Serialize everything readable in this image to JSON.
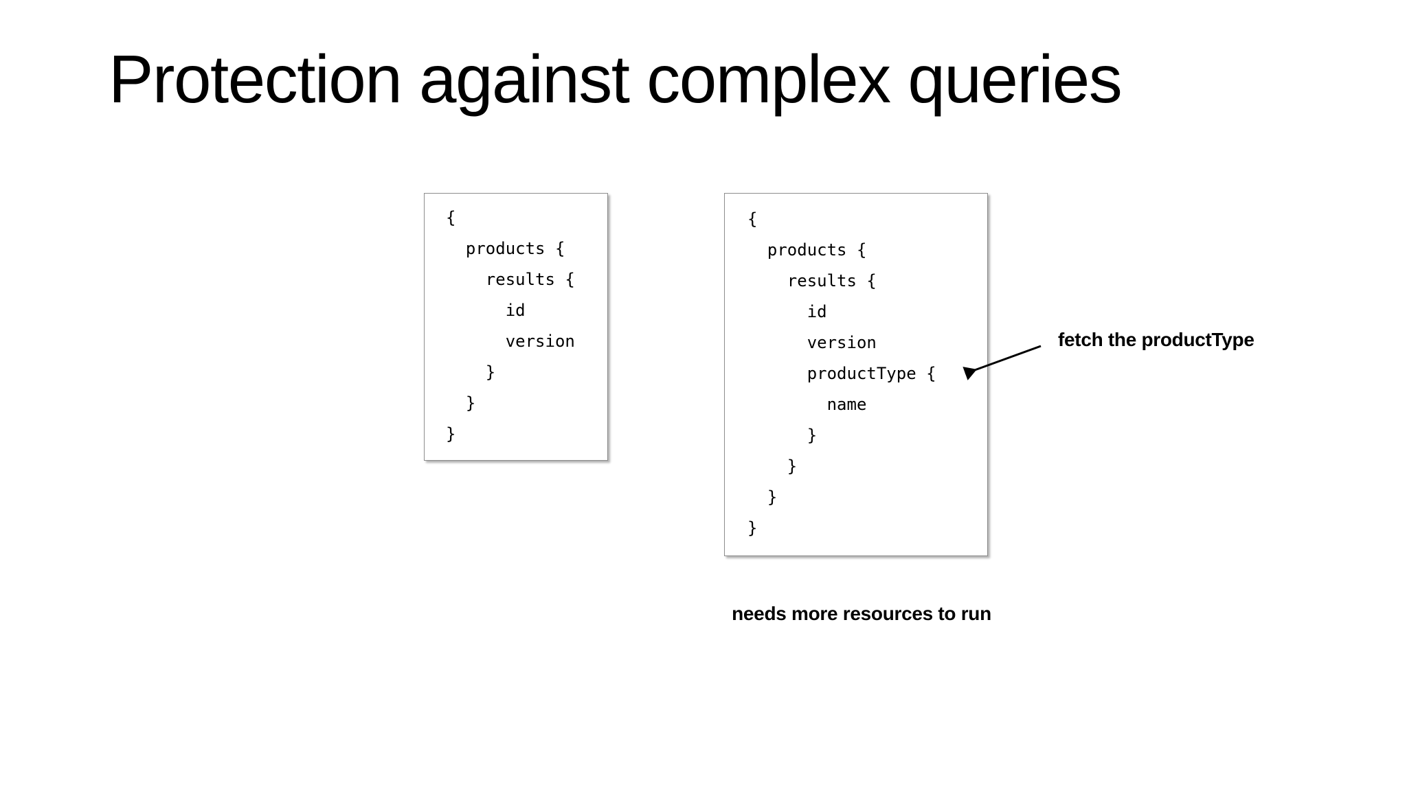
{
  "slide": {
    "title": "Protection against complex queries",
    "background_color": "#ffffff",
    "text_color": "#000000"
  },
  "code_boxes": [
    {
      "id": "simple-query",
      "border_color": "#8c8c8c",
      "lines": [
        "{",
        "  products {",
        "    results {",
        "      id",
        "      version",
        "    }",
        "  }",
        "}"
      ],
      "code": "{\n  products {\n    results {\n      id\n      version\n    }\n  }\n}"
    },
    {
      "id": "complex-query",
      "border_color": "#8c8c8c",
      "lines": [
        "{",
        "  products {",
        "    results {",
        "      id",
        "      version",
        "      productType {",
        "        name",
        "      }",
        "    }",
        "  }",
        "}"
      ],
      "code": "{\n  products {\n    results {\n      id\n      version\n      productType {\n        name\n      }\n    }\n  }\n}"
    }
  ],
  "annotations": {
    "arrow_label": "fetch the productType",
    "caption": "needs more resources to run"
  }
}
